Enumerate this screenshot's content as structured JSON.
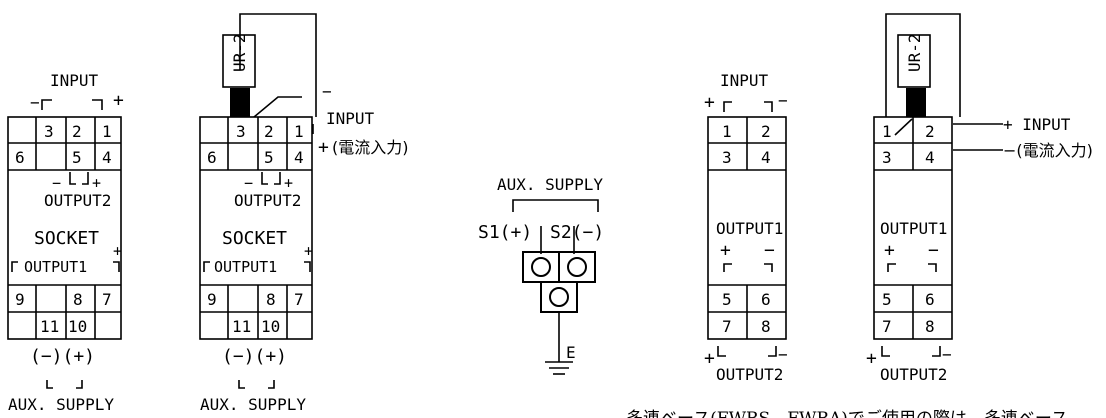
{
  "socket": {
    "input": "INPUT",
    "output2": "OUTPUT2",
    "socket": "SOCKET",
    "output1": "OUTPUT1",
    "aux_supply": "AUX. SUPPLY",
    "aux_polarity": "(−)(+)",
    "current_input": "(電流入力)",
    "ur2": "UR-2",
    "plus": "+",
    "minus": "−",
    "terminals": [
      "3",
      "2",
      "1",
      "6",
      "5",
      "4",
      "9",
      "8",
      "7",
      "11",
      "10"
    ]
  },
  "aux_block": {
    "title": "AUX. SUPPLY",
    "s1": "S1(+)",
    "s2": "S2(−)",
    "earth": "E"
  },
  "rail": {
    "input": "INPUT",
    "output1": "OUTPUT1",
    "output2": "OUTPUT2",
    "current_input": "(電流入力)",
    "plus_input": "+ INPUT",
    "minus_current": "−(電流入力)",
    "ur2": "UR-2",
    "terminals": [
      "1",
      "2",
      "3",
      "4",
      "5",
      "6",
      "7",
      "8"
    ]
  },
  "note": "多連ベース(FWBS、FWBA)でご使用の際は、多連ベース"
}
